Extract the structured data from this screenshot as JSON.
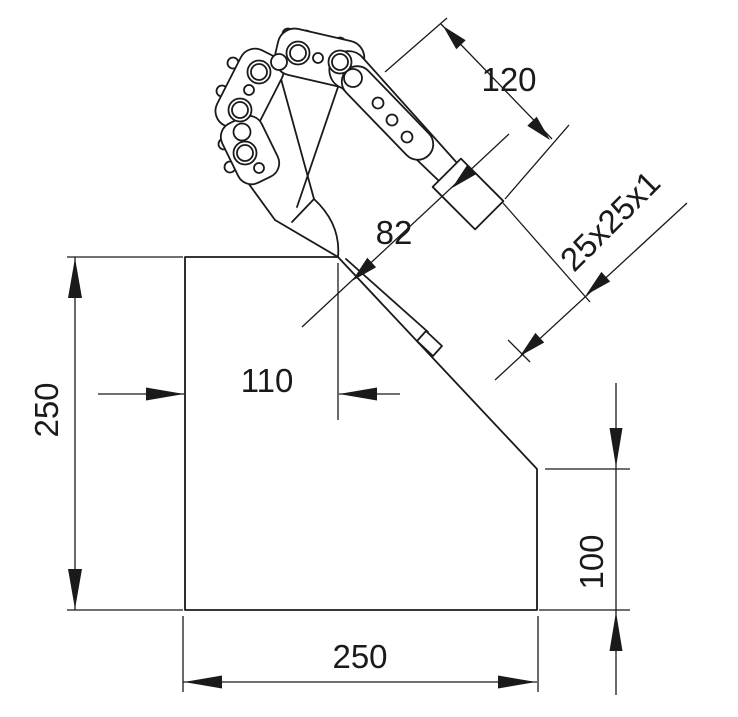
{
  "drawing": {
    "type": "technical-dimension-drawing",
    "background_color": "#ffffff",
    "line_color": "#1a1a1a",
    "labels": {
      "bar_length": "120",
      "blade_section": "82",
      "tube_profile": "25x25x1",
      "tip_offset": "110",
      "height_left": "250",
      "height_right": "100",
      "width_bottom": "250"
    }
  }
}
